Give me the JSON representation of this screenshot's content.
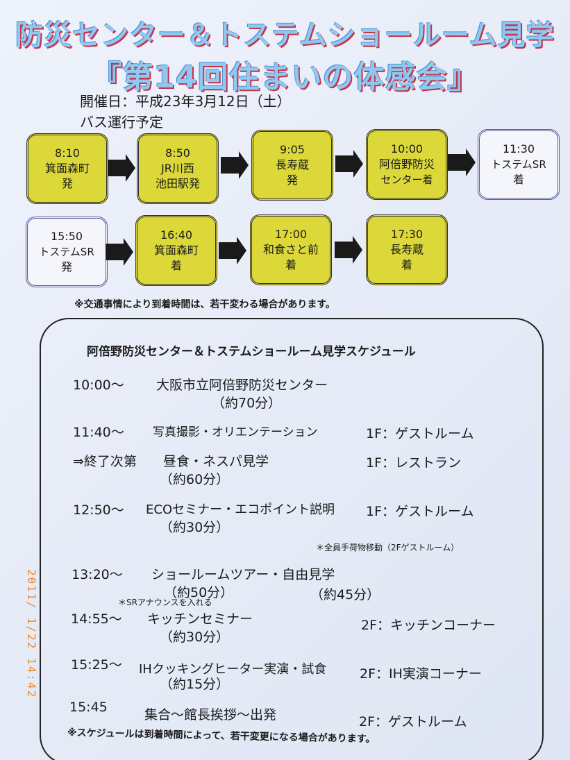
{
  "title_line1": "防災センター＆トステムショールーム見学",
  "title_line2": "『第14回住まいの体感会』",
  "date_line": "開催日：平成23年3月12日（土）",
  "bus_label": "バス運行予定",
  "bus_row1": [
    {
      "time": "8:10",
      "place": "箕面森町",
      "action": "発"
    },
    {
      "time": "8:50",
      "place": "JR川西",
      "action": "池田駅発"
    },
    {
      "time": "9:05",
      "place": "長寿蔵",
      "action": "発"
    },
    {
      "time": "10:00",
      "place": "阿倍野防災",
      "action": "センター着"
    },
    {
      "time": "11:30",
      "place": "トステムSR",
      "action": "着"
    }
  ],
  "bus_row2": [
    {
      "time": "15:50",
      "place": "トステムSR",
      "action": "発"
    },
    {
      "time": "16:40",
      "place": "箕面森町",
      "action": "着"
    },
    {
      "time": "17:00",
      "place": "和食さと前",
      "action": "着"
    },
    {
      "time": "17:30",
      "place": "長寿蔵",
      "action": "着"
    }
  ],
  "traffic_note": "※交通事情により到着時間は、若干変わる場合があります。",
  "schedule": {
    "title": "阿倍野防災センター＆トステムショールーム見学スケジュール",
    "items": [
      {
        "time": "10:00～",
        "activity": "大阪市立阿倍野防災センター",
        "duration": "（約70分）",
        "location": ""
      },
      {
        "time": "11:40～",
        "activity": "写真撮影・オリエンテーション",
        "duration": "",
        "location": "1F：ゲストルーム"
      },
      {
        "time": "⇒終了次第",
        "activity": "昼食・ネスパ見学",
        "duration": "（約60分）",
        "location": "1F：レストラン"
      },
      {
        "time": "12:50～",
        "activity": "ECOセミナー・エコポイント説明",
        "duration": "（約30分）",
        "location": "1F：ゲストルーム"
      },
      {
        "time": "13:20～",
        "activity": "ショールームツアー・自由見学",
        "duration": "（約50分）",
        "location": "（約45分）"
      },
      {
        "time": "14:55～",
        "activity": "キッチンセミナー",
        "duration": "（約30分）",
        "location": "2F：キッチンコーナー"
      },
      {
        "time": "15:25～",
        "activity": "IHクッキングヒーター実演・試食",
        "duration": "（約15分）",
        "location": "2F：IH実演コーナー"
      },
      {
        "time": "15:45",
        "activity": "集合～館長挨拶～出発",
        "duration": "",
        "location": "2F：ゲストルーム"
      }
    ],
    "luggage_note": "＊全員手荷物移動（2Fゲストルーム）",
    "sr_note": "＊SRアナウンスを入れる",
    "footer_note": "※スケジュールは到着時間によって、若干変更になる場合があります。"
  },
  "date_stamp": "2011/ 1/22 14:42",
  "colors": {
    "box_yellow": "#dcd83a",
    "title_blue": "#8fc8f0",
    "title_shadow": "#c8324a",
    "stamp": "#f08a2a"
  }
}
